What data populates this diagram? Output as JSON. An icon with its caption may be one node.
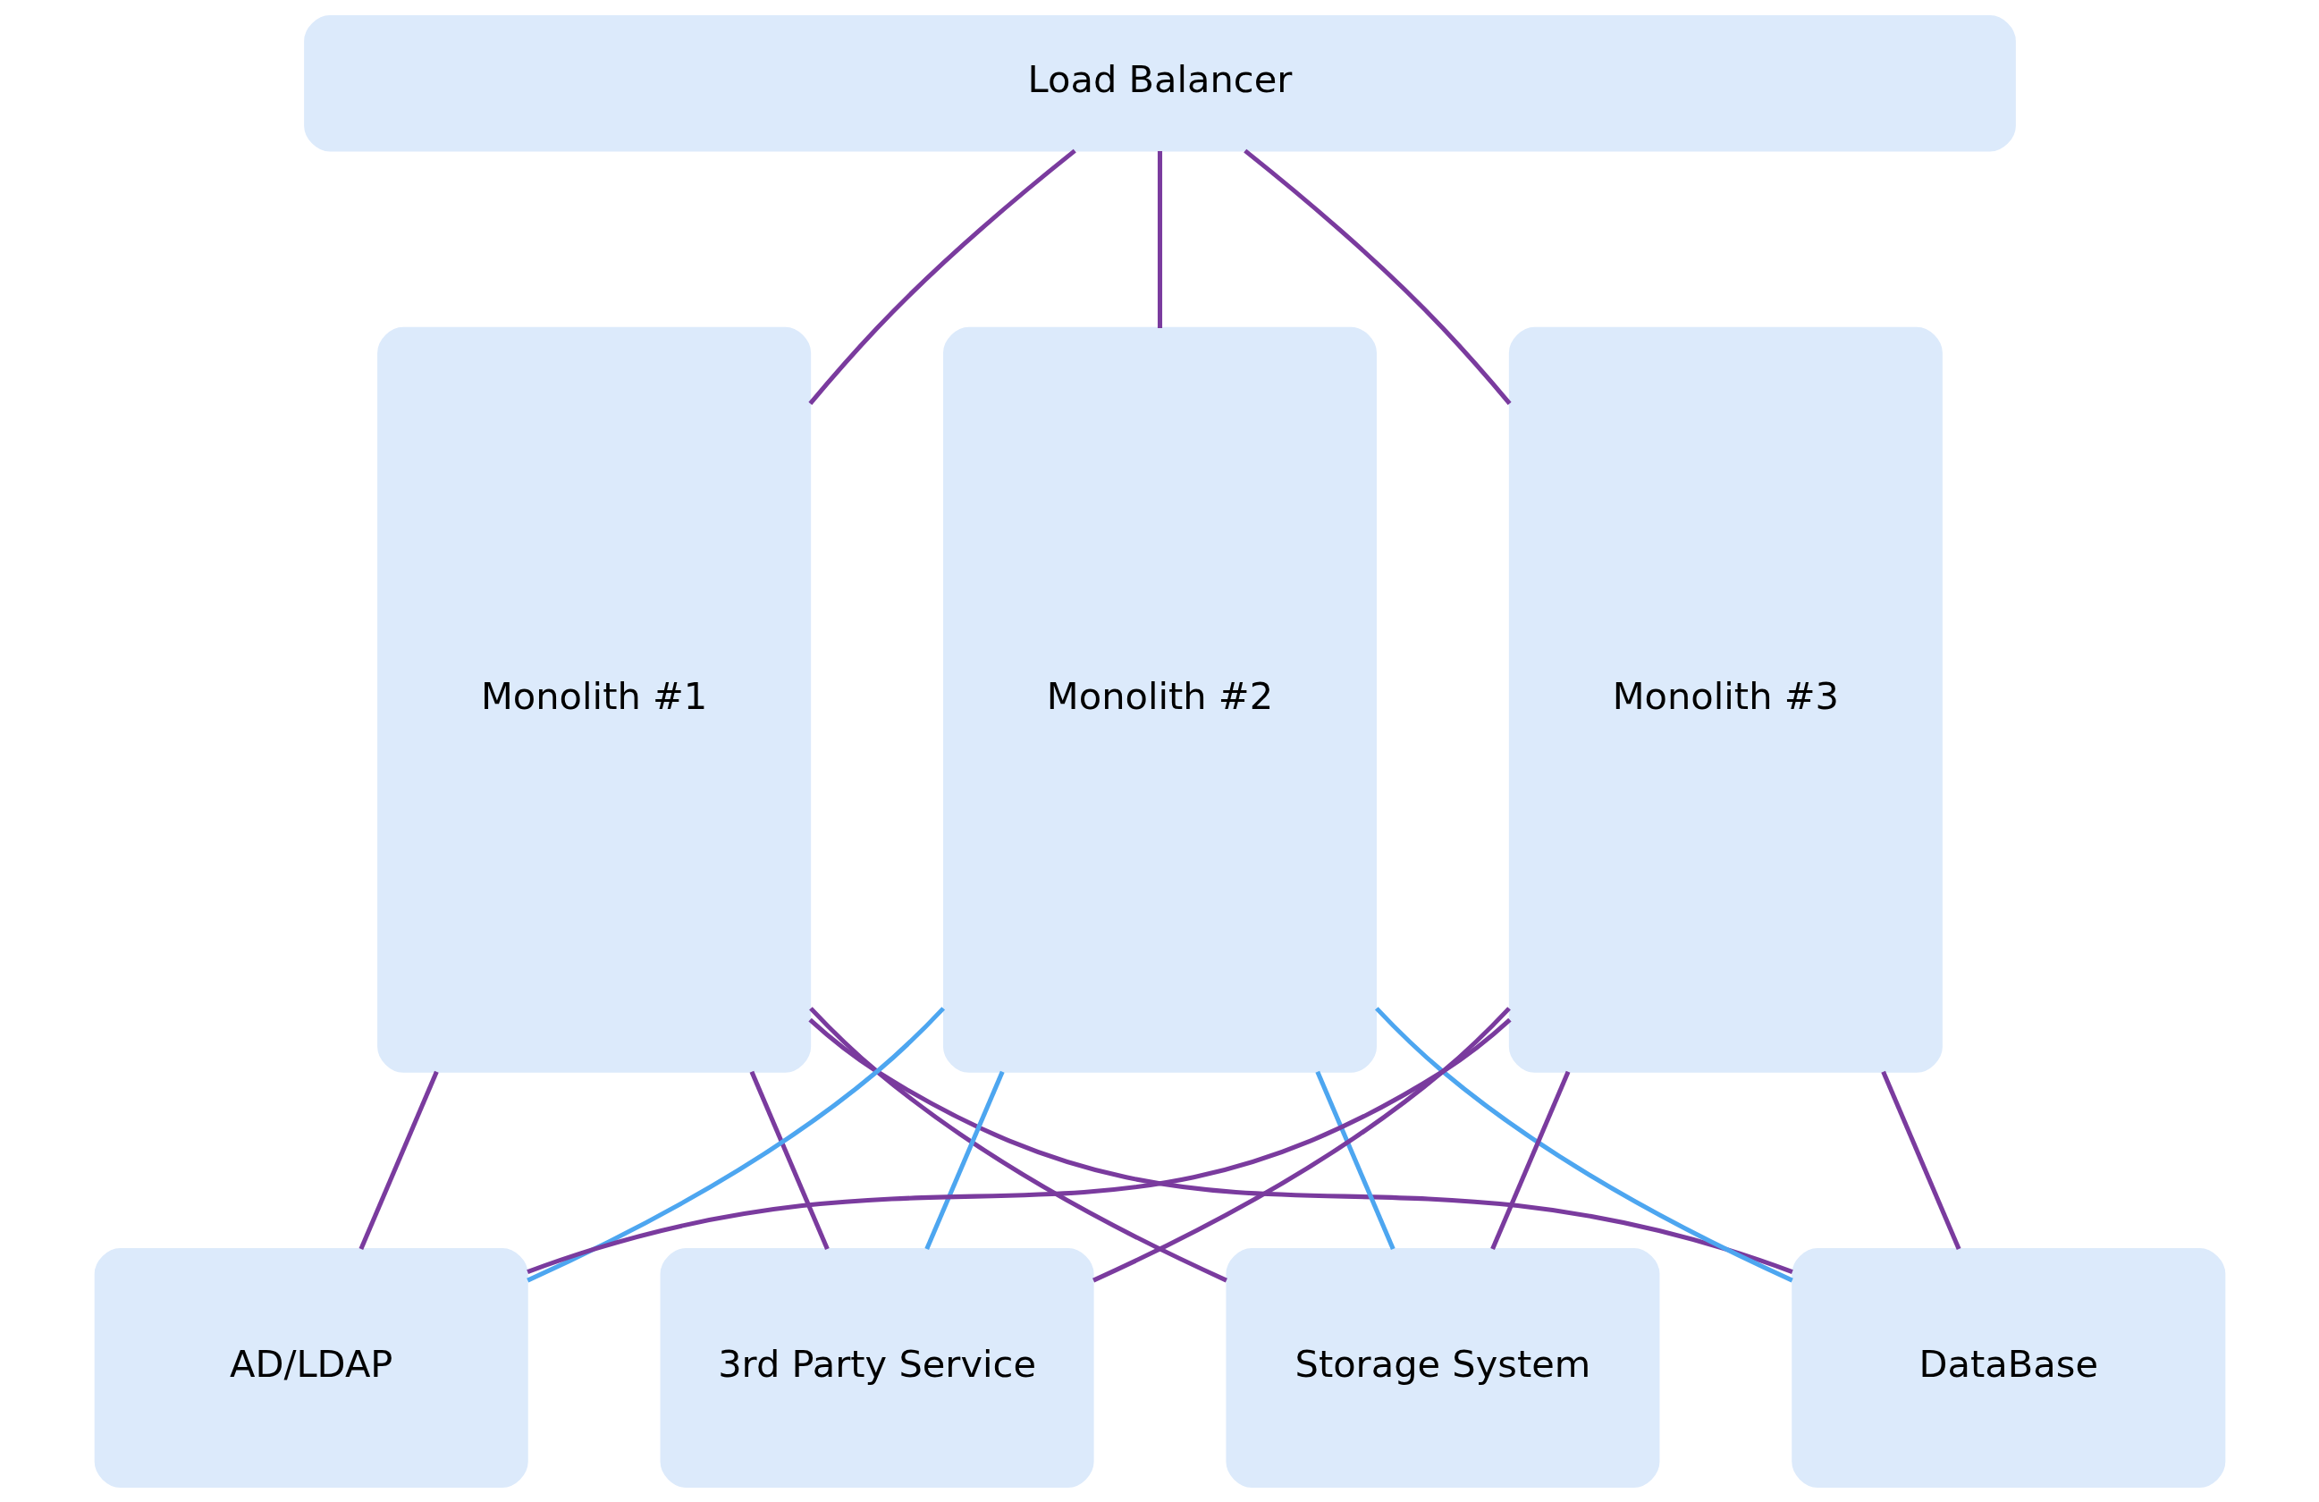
{
  "diagram": {
    "nodes": [
      {
        "text": [
          "Load Balancer"
        ]
      },
      {
        "text": [
          "Monolith #1"
        ]
      },
      {
        "text": [
          "Monolith #2"
        ]
      },
      {
        "text": [
          "Monolith #3"
        ]
      },
      {
        "text": [
          "Storage System"
        ]
      },
      {
        "text": [
          "DataBase"
        ]
      },
      {
        "text": [
          "AD/LDAP"
        ]
      },
      {
        "text": [
          "3rd Party Service"
        ]
      }
    ],
    "edges": [
      {
        "from": 0,
        "to": 1,
        "arrow": "none"
      },
      {
        "from": 0,
        "to": 2,
        "arrow": "none"
      },
      {
        "from": 0,
        "to": 3,
        "arrow": "none"
      },
      {
        "from": 1,
        "to": 4,
        "arrow": "none"
      },
      {
        "from": 1,
        "to": 5,
        "arrow": "none"
      },
      {
        "from": 1,
        "to": 6,
        "arrow": "none"
      },
      {
        "from": 1,
        "to": 7,
        "arrow": "none"
      },
      {
        "from": 2,
        "to": 4,
        "arrow": "none",
        "color": "#4da6f0"
      },
      {
        "from": 2,
        "to": 5,
        "arrow": "none",
        "color": "#4da6f0"
      },
      {
        "from": 2,
        "to": 6,
        "arrow": "none",
        "color": "#4da6f0"
      },
      {
        "from": 2,
        "to": 7,
        "arrow": "none",
        "color": "#4da6f0"
      },
      {
        "from": 3,
        "to": 4,
        "arrow": "none"
      },
      {
        "from": 3,
        "to": 5,
        "arrow": "none"
      },
      {
        "from": 3,
        "to": 6,
        "arrow": "none"
      },
      {
        "from": 3,
        "to": 7,
        "arrow": "none"
      }
    ]
  }
}
